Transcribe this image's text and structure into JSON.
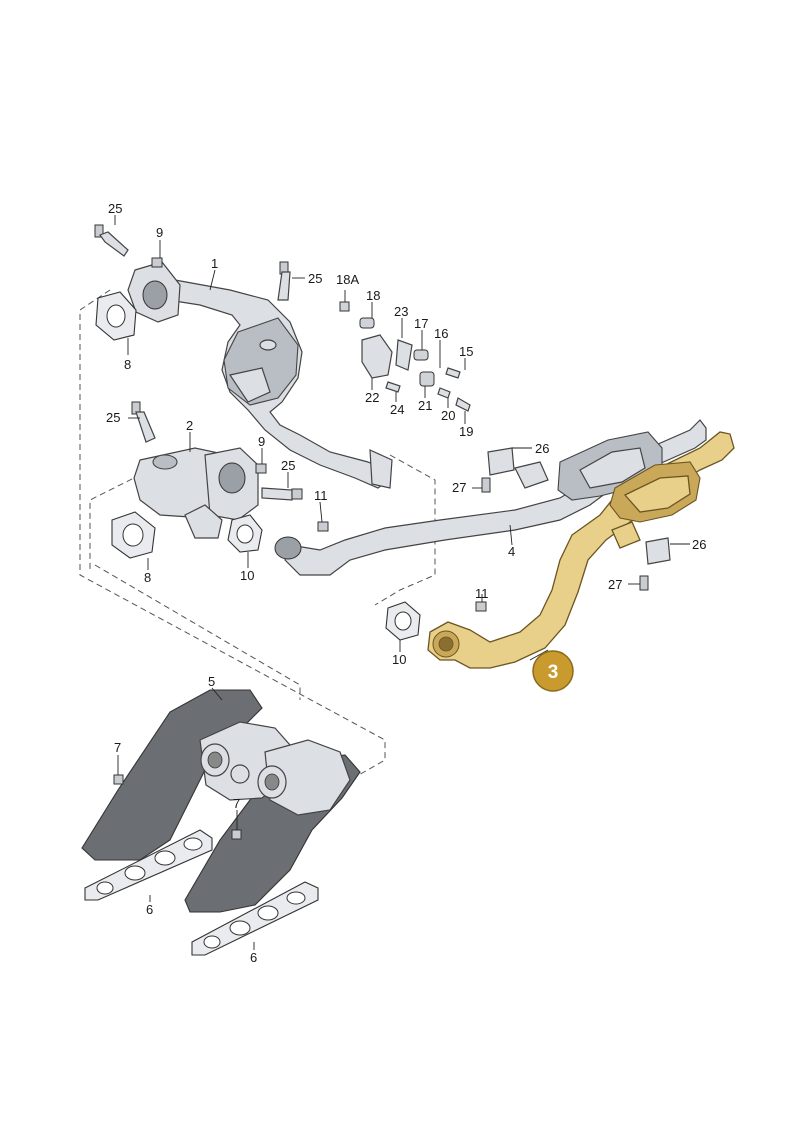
{
  "colors": {
    "highlight_fill": "#e8cf8a",
    "highlight_badge": "#c99a2e",
    "part_metal": "#dcdfe3",
    "heat_shield": "#6b6f74",
    "label_text": "#1a1a1a"
  },
  "callouts": {
    "p1": "1",
    "p2": "2",
    "p3": "3",
    "p4": "4",
    "p5": "5",
    "p6a": "6",
    "p6b": "6",
    "p7a": "7",
    "p7b": "7",
    "p8a": "8",
    "p8b": "8",
    "p9a": "9",
    "p9b": "9",
    "p10a": "10",
    "p10b": "10",
    "p11a": "11",
    "p11b": "11",
    "p15": "15",
    "p16": "16",
    "p17": "17",
    "p18": "18",
    "p18a": "18A",
    "p19": "19",
    "p20": "20",
    "p21": "21",
    "p22": "22",
    "p23": "23",
    "p24": "24",
    "p25a": "25",
    "p25b": "25",
    "p25c": "25",
    "p25d": "25",
    "p26a": "26",
    "p26b": "26",
    "p27a": "27",
    "p27b": "27"
  },
  "highlighted_part": "3"
}
